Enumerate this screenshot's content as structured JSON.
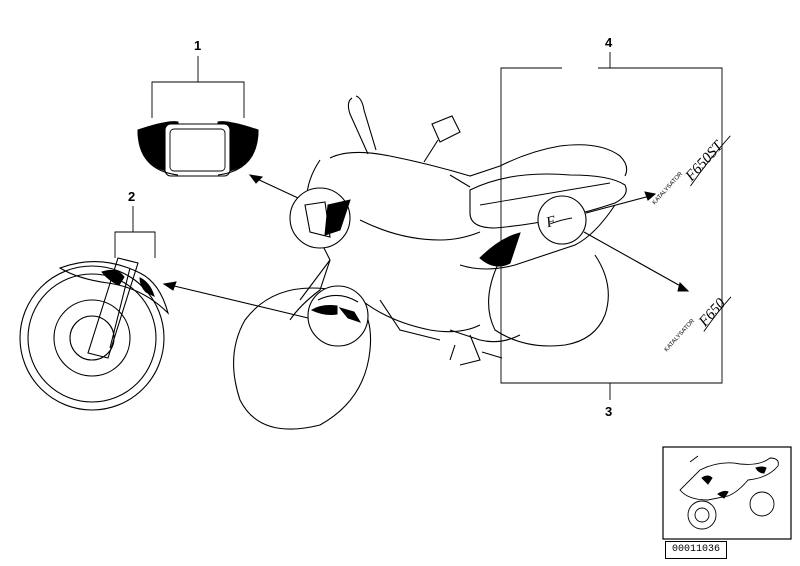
{
  "callouts": {
    "c1": "1",
    "c2": "2",
    "c3": "3",
    "c4": "4"
  },
  "decals": {
    "kat_text_top": "KATALYSATOR",
    "model_top": "F650ST",
    "kat_text_bottom": "KATALYSATOR",
    "model_bottom": "F650"
  },
  "reference_number": "00011036"
}
